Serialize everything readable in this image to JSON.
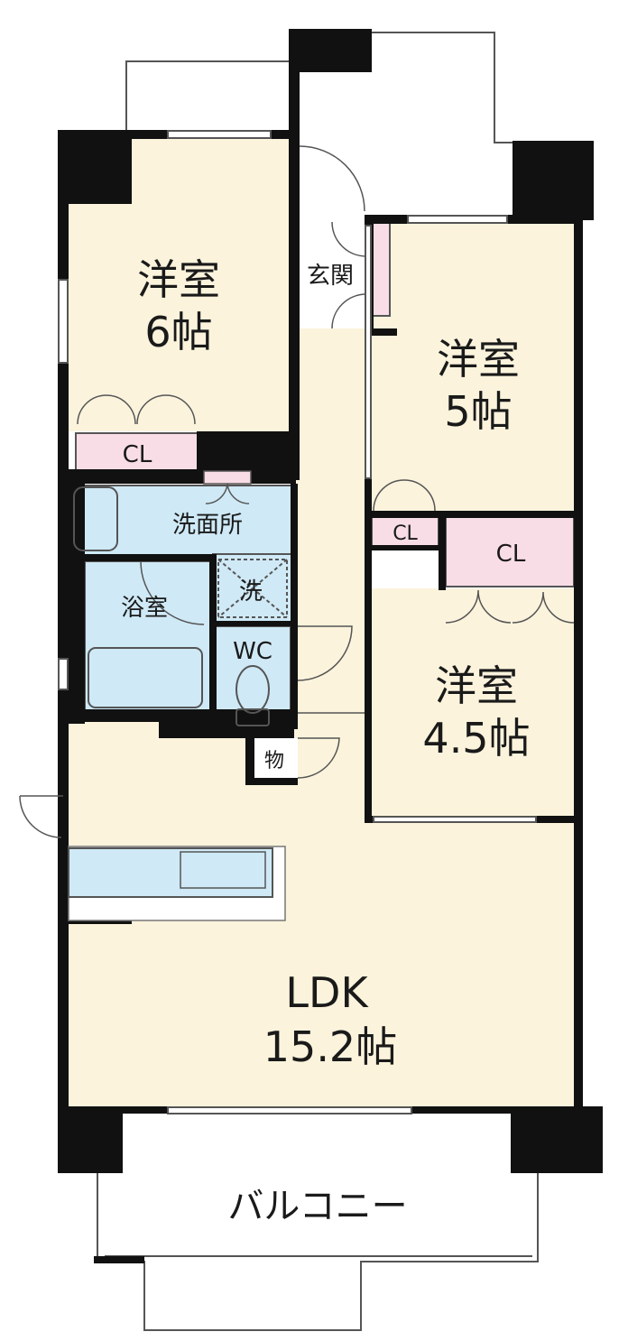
{
  "rooms": {
    "western_6": {
      "name": "洋室",
      "size": "6帖"
    },
    "western_5": {
      "name": "洋室",
      "size": "5帖"
    },
    "western_45": {
      "name": "洋室",
      "size": "4.5帖"
    },
    "ldk": {
      "name": "LDK",
      "size": "15.2帖"
    }
  },
  "labels": {
    "entrance": "玄関",
    "washroom": "洗面所",
    "bath": "浴室",
    "washer": "洗",
    "wc": "WC",
    "storage": "物",
    "closet_1": "CL",
    "closet_2": "CL",
    "closet_3": "CL",
    "balcony": "バルコニー"
  },
  "colors": {
    "room": "#fbf3dc",
    "wet": "#cfe9f6",
    "closet": "#f9dde6",
    "wall": "#111111",
    "outline": "#555555"
  }
}
